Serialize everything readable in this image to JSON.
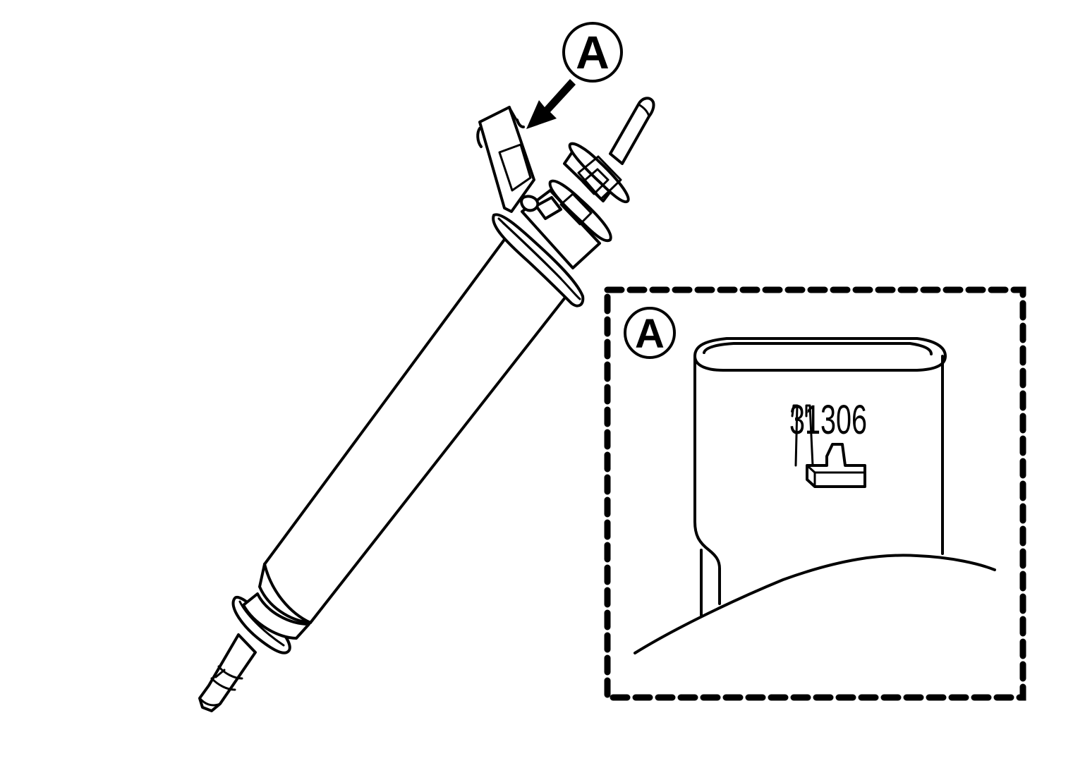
{
  "diagram": {
    "type": "technical-line-illustration",
    "subject": "cylindrical sensor/plug component with electrical connector",
    "callouts": [
      {
        "id": "main-callout",
        "label": "A",
        "points_to": "connector-side face of upper housing"
      },
      {
        "id": "detail-callout",
        "label": "A",
        "describes": "detail view of connector housing"
      }
    ],
    "detail_view": {
      "label": "A",
      "part_number": "31306",
      "border": "dashed"
    },
    "colors": {
      "line": "#000000",
      "background": "#ffffff"
    }
  }
}
